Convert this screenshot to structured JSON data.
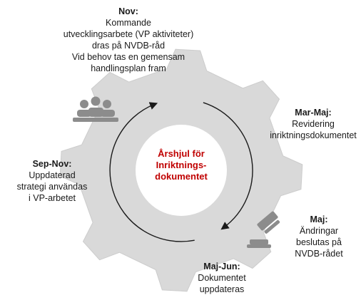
{
  "colors": {
    "gear": "#d9d9d9",
    "gear_edge": "#cccccc",
    "center": "#ffffff",
    "accent": "#c00000",
    "arrow": "#1a1a1a",
    "icon": "#8c8c8c"
  },
  "icons": {
    "people": "people-group-icon",
    "gavel": "gavel-icon"
  },
  "center": {
    "line1": "Årshjul för",
    "line2": "Inriktnings-",
    "line3": "dokumentet"
  },
  "labels": {
    "nov": {
      "head": "Nov:",
      "lines": [
        "Kommande",
        "utvecklingsarbete (VP aktiviteter)",
        "dras på NVDB-råd",
        "Vid behov tas en gemensam",
        "handlingsplan fram"
      ]
    },
    "mar_maj": {
      "head": "Mar-Maj:",
      "lines": [
        "Revidering",
        "inriktningsdokumentet"
      ]
    },
    "maj": {
      "head": "Maj:",
      "lines": [
        "Ändringar",
        "beslutas på",
        "NVDB-rådet"
      ]
    },
    "maj_jun": {
      "head": "Maj-Jun:",
      "lines": [
        "Dokumentet",
        "uppdateras"
      ]
    },
    "sep_nov": {
      "head": "Sep-Nov:",
      "lines": [
        "Uppdaterad",
        "strategi användas",
        "i VP-arbetet"
      ]
    }
  }
}
